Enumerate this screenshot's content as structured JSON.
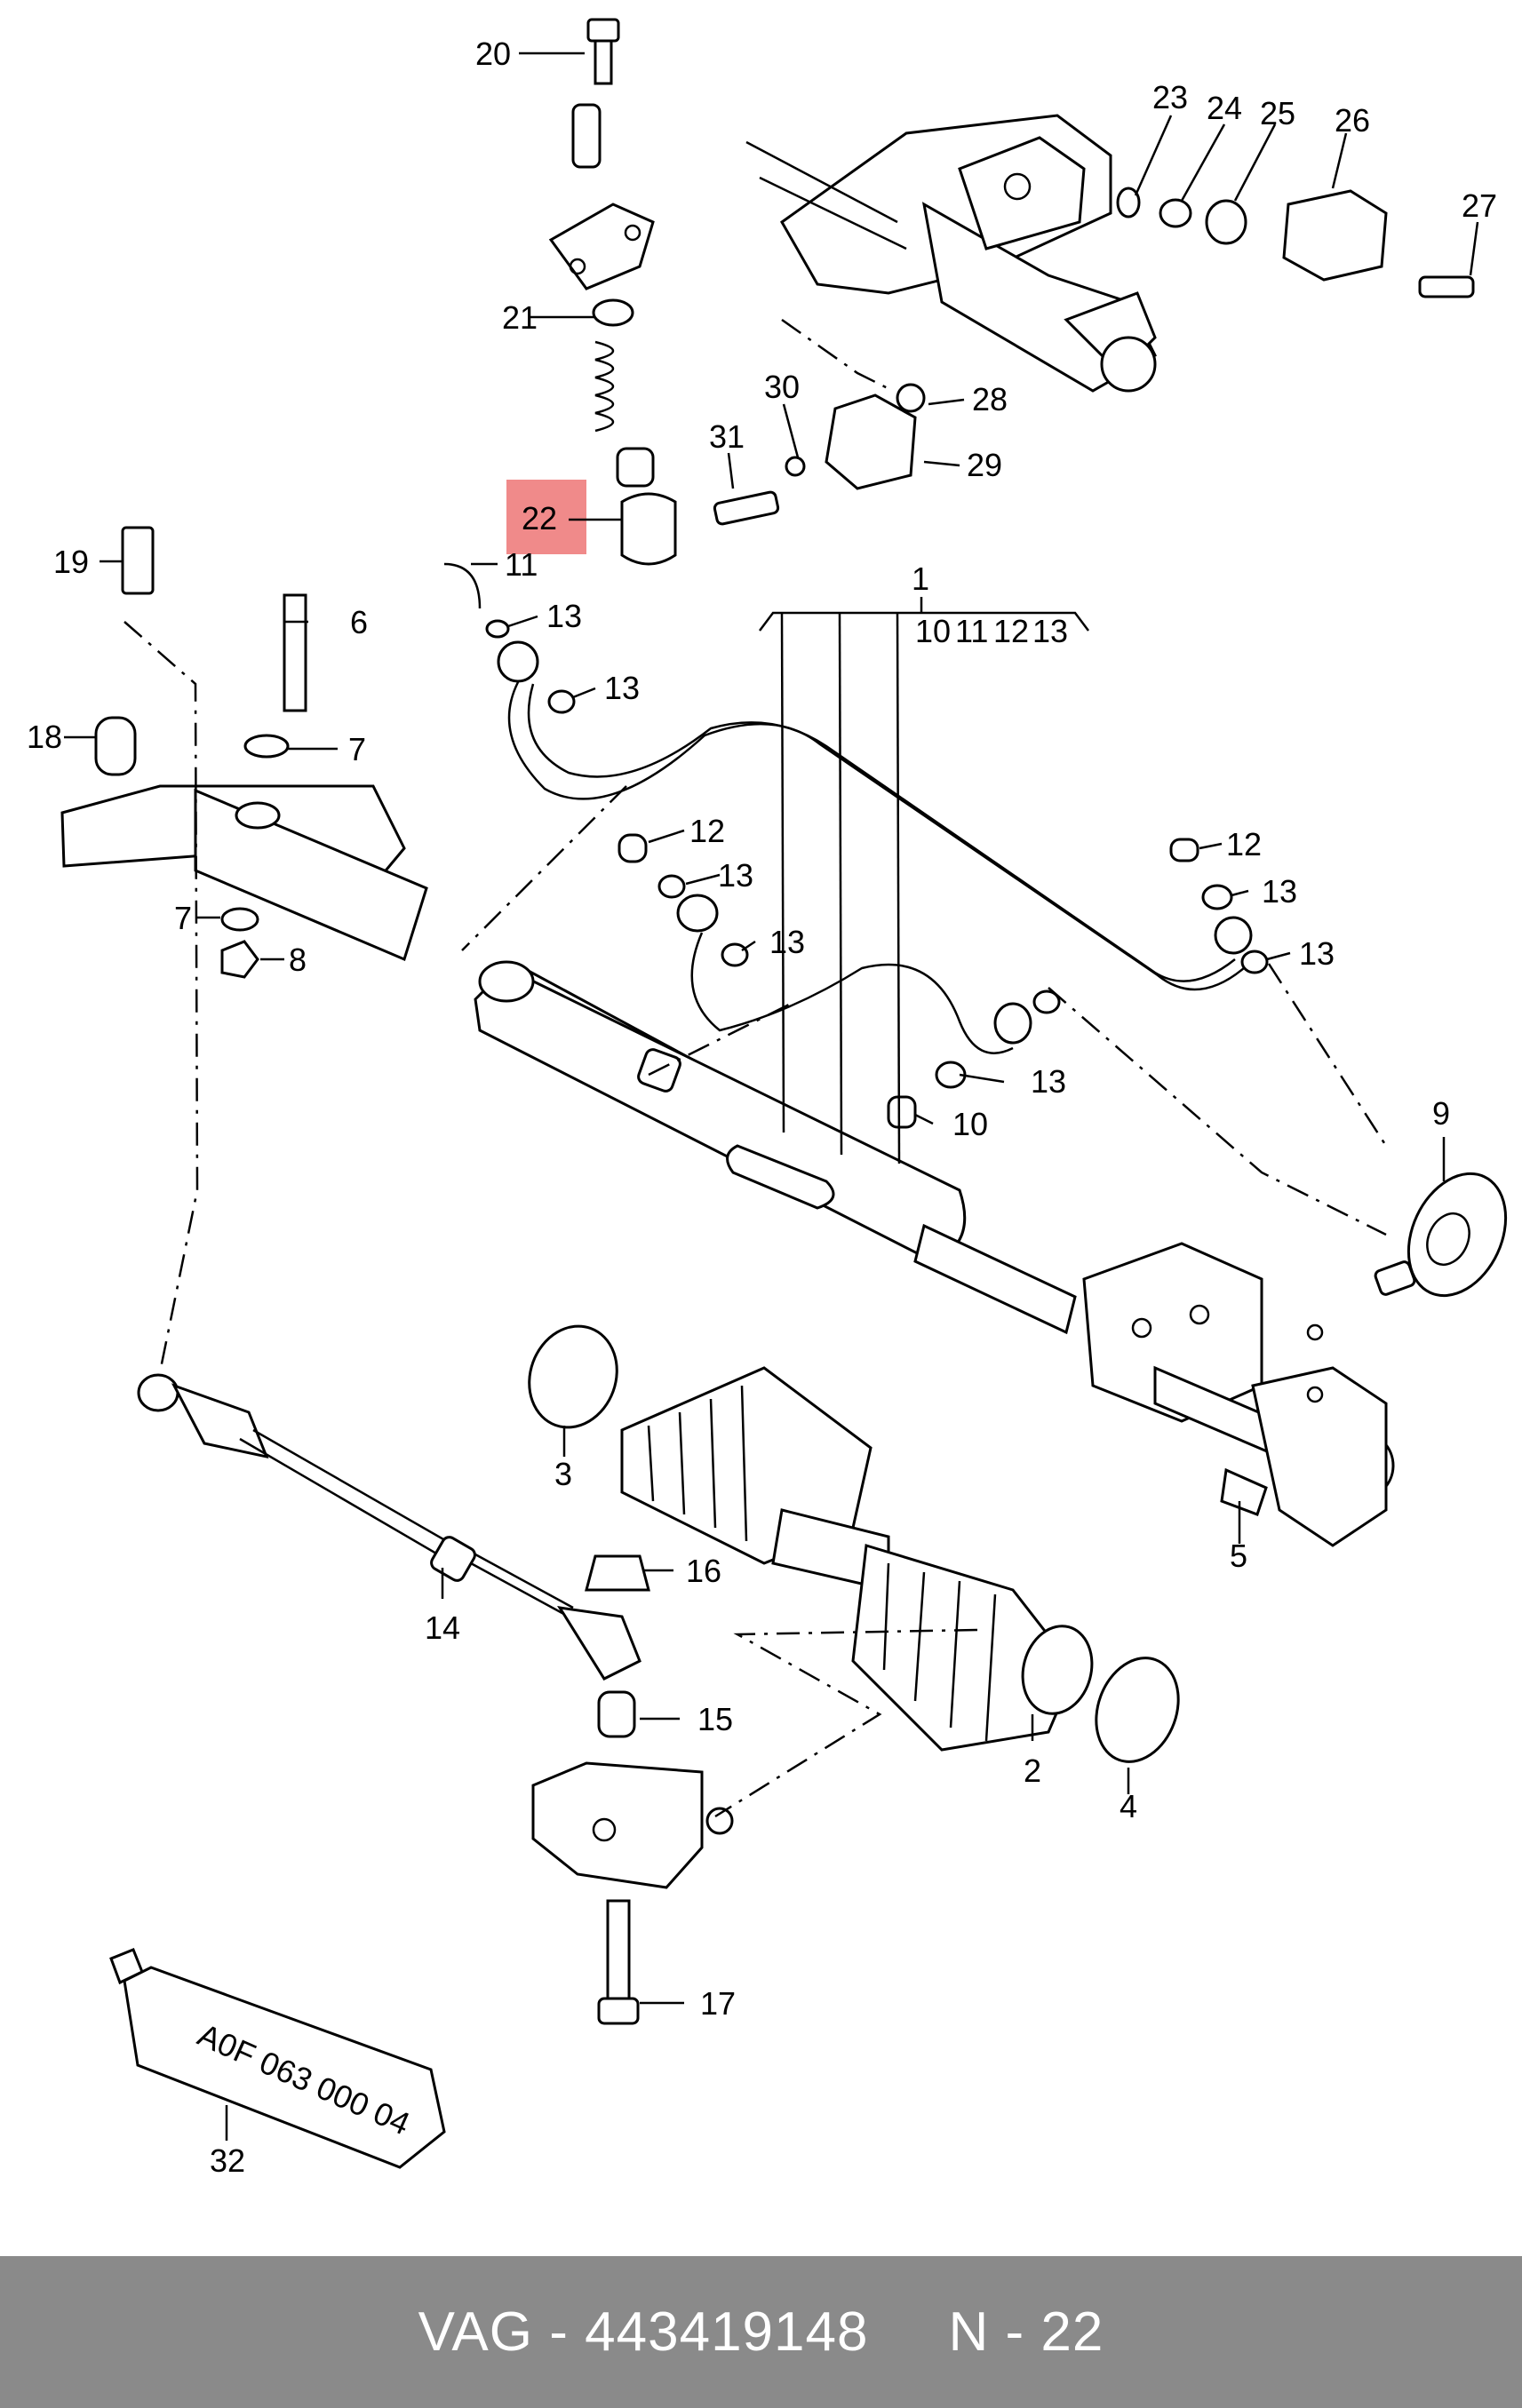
{
  "callouts": {
    "c1": "1",
    "c2": "2",
    "c3": "3",
    "c4": "4",
    "c5": "5",
    "c6": "6",
    "c7a": "7",
    "c7b": "7",
    "c8": "8",
    "c9": "9",
    "c10a": "10",
    "c11a": "11",
    "c12a": "12",
    "c12b": "12",
    "c13a": "13",
    "c13b": "13",
    "c13c": "13",
    "c13d": "13",
    "c13e": "13",
    "c13f": "13",
    "c13g": "13",
    "c14": "14",
    "c15": "15",
    "c16": "16",
    "c17": "17",
    "c18": "18",
    "c19": "19",
    "c20": "20",
    "c21": "21",
    "c22": "22",
    "c23": "23",
    "c24": "24",
    "c25": "25",
    "c26": "26",
    "c27": "27",
    "c28": "28",
    "c29": "29",
    "c30": "30",
    "c31": "31",
    "c32": "32"
  },
  "kit": {
    "n1": "10",
    "n2": "11",
    "n3": "12",
    "n4": "13"
  },
  "tube_text": "A0F 063 000 04",
  "highlight_color": "#f08a8a",
  "footer": {
    "brand": "VAG",
    "dash": "-",
    "part_number": "443419148",
    "position": "N - 22"
  }
}
